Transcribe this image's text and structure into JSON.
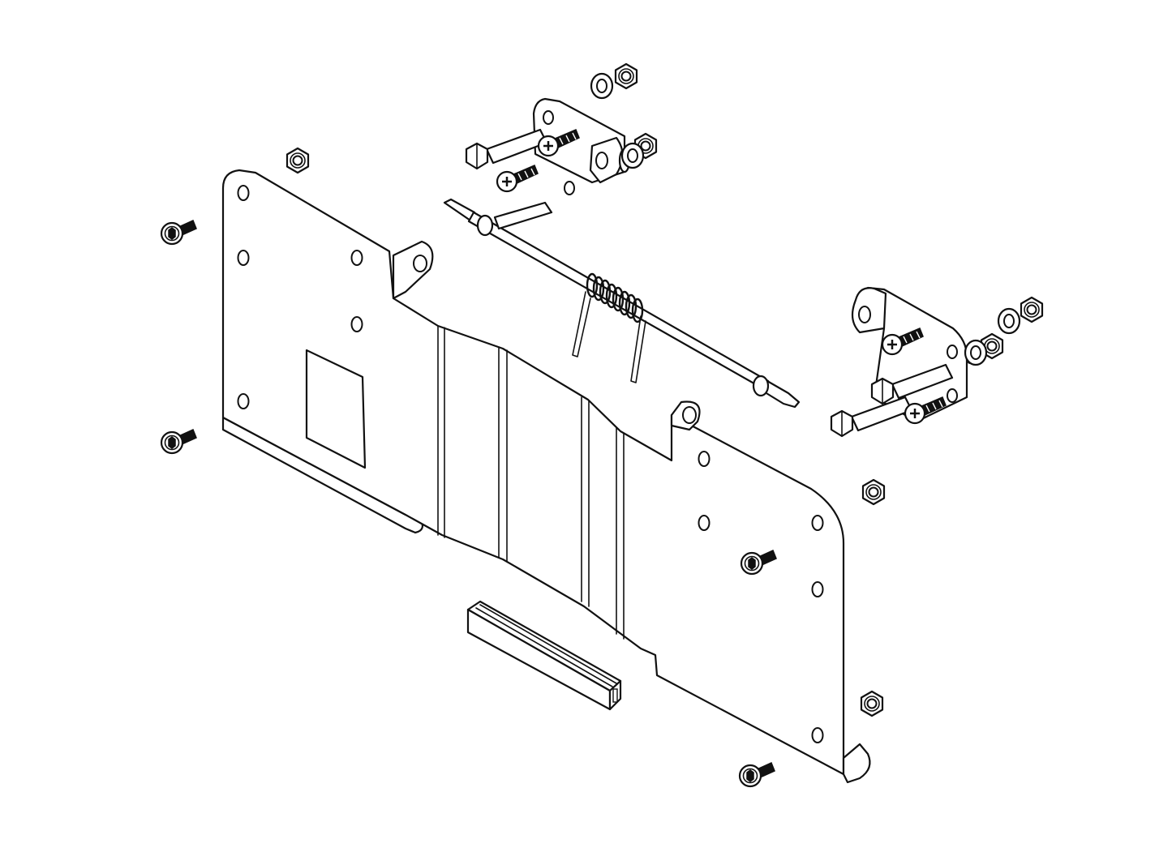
{
  "diagram": {
    "kind": "exploded-assembly",
    "style": "black line art on white",
    "parts": [
      "mounting-plate",
      "spring-shaft",
      "torsion-spring",
      "hinge-bracket-upper",
      "hinge-bracket-right",
      "cushion-strip",
      "hex-nut",
      "flat-washer",
      "button-head-screw",
      "hex-bolt",
      "phillips-screw"
    ],
    "colors": {
      "line": "#111111",
      "background": "#ffffff"
    }
  }
}
